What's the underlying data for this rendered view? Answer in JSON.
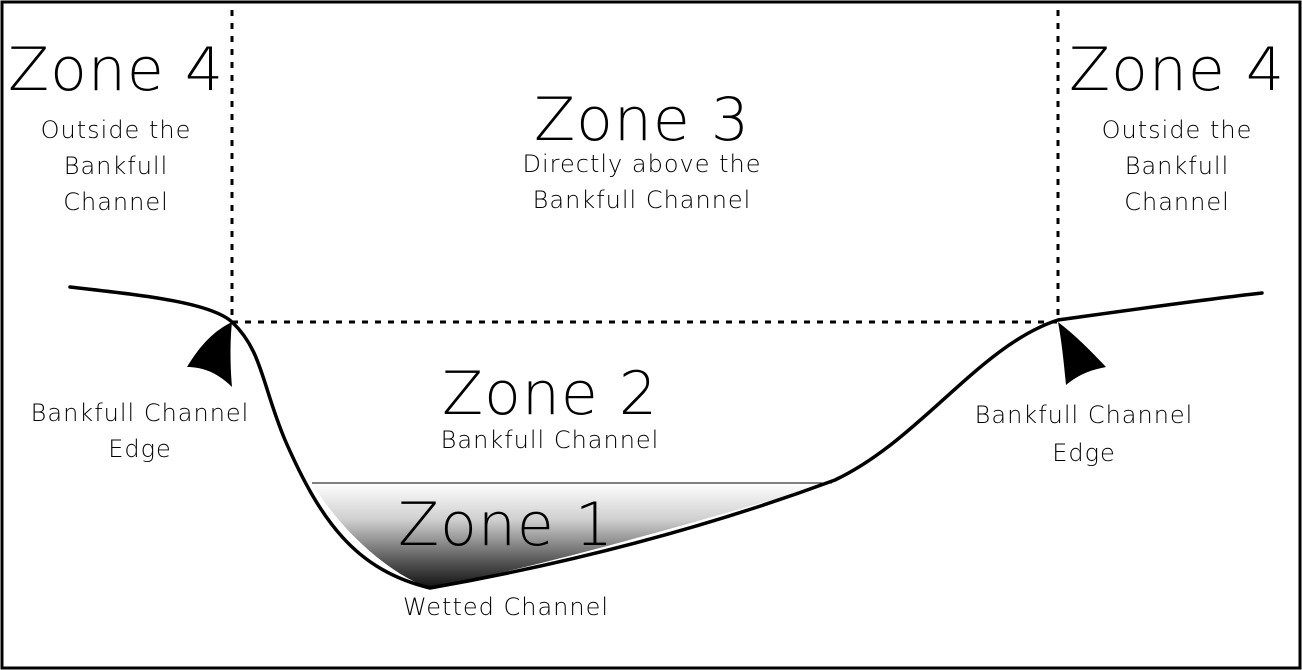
{
  "colors": {
    "line": "#000000",
    "background": "#ffffff",
    "water_top": "#ffffff",
    "water_bottom": "#111111"
  },
  "zone4_left": {
    "title": "Zone 4",
    "line1": "Outside the",
    "line2": "Bankfull",
    "line3": "Channel"
  },
  "zone3": {
    "title": "Zone 3",
    "line1": "Directly above the",
    "line2": "Bankfull Channel"
  },
  "zone4_right": {
    "title": "Zone 4",
    "line1": "Outside the",
    "line2": "Bankfull",
    "line3": "Channel"
  },
  "zone2": {
    "title": "Zone 2",
    "line1": "Bankfull Channel"
  },
  "zone1": {
    "title": "Zone 1",
    "line1": "Wetted Channel"
  },
  "edge_left": {
    "line1": "Bankfull Channel",
    "line2": "Edge"
  },
  "edge_right": {
    "line1": "Bankfull Channel",
    "line2": "Edge"
  }
}
